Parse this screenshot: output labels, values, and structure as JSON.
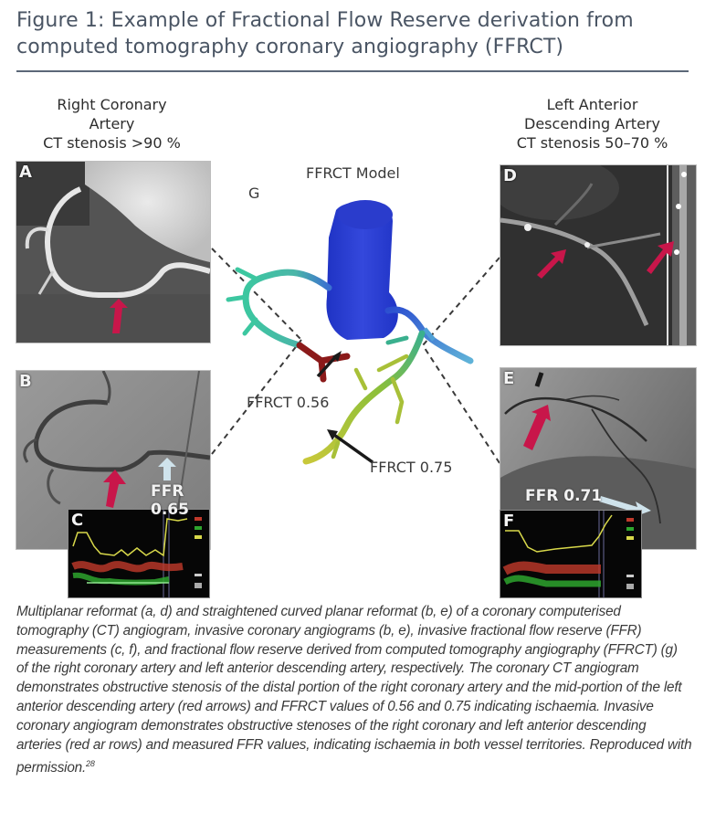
{
  "figure": {
    "title_line1": "Figure 1: Example of Fractional Flow Reserve derivation from",
    "title_line2": "computed tomography coronary angiography (FFRCT)"
  },
  "left_heading": {
    "line1": "Right Coronary",
    "line2": "Artery",
    "line3": "CT stenosis >90 %"
  },
  "right_heading": {
    "line1": "Left Anterior",
    "line2": "Descending Artery",
    "line3": "CT stenosis 50–70 %"
  },
  "panels": {
    "a": "A",
    "b": "B",
    "c": "C",
    "d": "D",
    "e": "E",
    "f": "F",
    "g": "G"
  },
  "model": {
    "title": "FFRCT Model",
    "label_rca": "FFRCT 0.56",
    "label_lad": "FFRCT 0.75"
  },
  "ffr": {
    "rca": "FFR 0.65",
    "lad": "FFR 0.71"
  },
  "colors": {
    "stenosis_arrow": "#c8164a",
    "ffr_arrow": "#cfe3ec",
    "aorta": "#2a3fd0",
    "rca_low_ffr": "#8b1a1a",
    "lad_mid_ffr": "#b6c734"
  },
  "caption": {
    "text": "Multiplanar reformat (a, d) and straightened curved planar reformat (b, e) of a coronary computerised tomography (CT) angiogram, invasive coronary angiograms (b, e), invasive fractional flow reserve (FFR) measurements (c, f), and fractional flow reserve derived from computed tomography angiography (FFRCT) (g) of the right coronary artery and left anterior descending artery, respectively. The coronary CT angiogram demonstrates obstructive stenosis of the distal portion of the right coronary artery and the mid-portion of the left anterior descending artery (red arrows) and FFRCT values of 0.56 and 0.75 indicating ischaemia. Invasive coronary angiogram demonstrates obstructive stenoses of the right coronary and left anterior descending arteries (red ar rows) and measured FFR values, indicating ischaemia in both vessel territories. Reproduced with permission.",
    "reference": "28"
  }
}
